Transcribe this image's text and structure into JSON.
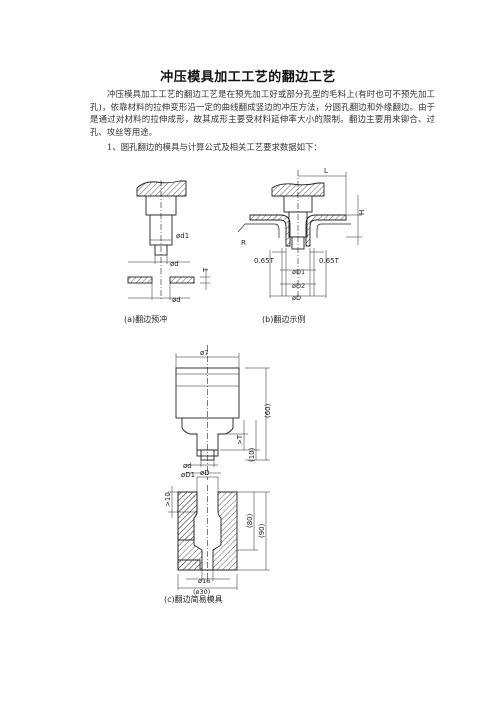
{
  "document": {
    "title": "冲压模具加工工艺的翻边工艺",
    "intro": "冲压模具加工工艺的翻边工艺是在预先加工好或部分孔型的毛料上(有时也可不预先加工孔)，依靠材料的拉伸变形沿一定的曲线翻成竖边的冲压方法，分圆孔翻边和外缘翻边。由于是通过对材料的拉伸成形，故其成形主要受材料延伸率大小的限制。翻边主要用来铆合、过孔、攻丝等用途。",
    "item1": "1、圆孔翻边的模具与计算公式及相关工艺要求数据如下："
  },
  "figures": {
    "a": {
      "caption": "(a)翻边预冲",
      "labels": {
        "d1": "ød1",
        "d": "ød",
        "d_bottom": "ød",
        "t": "T"
      }
    },
    "b": {
      "caption": "(b)翻边示例",
      "labels": {
        "L": "L",
        "H": "H",
        "R": "R",
        "left_t": "0.65T",
        "right_t": "0.65T",
        "D1": "øD1",
        "D2": "øD2",
        "D": "øD"
      }
    },
    "c": {
      "caption": "(c)翻边简易模具",
      "labels": {
        "d7": "ø7",
        "d60": "(60)",
        "gt": ">T",
        "d10": "(10)",
        "d": "ød",
        "D1": "øD1",
        "D": "øD",
        "g10": ">10",
        "d80": "(80)",
        "d90": "(90)",
        "d16": "ø16",
        "d30": "(ø30)"
      }
    }
  }
}
